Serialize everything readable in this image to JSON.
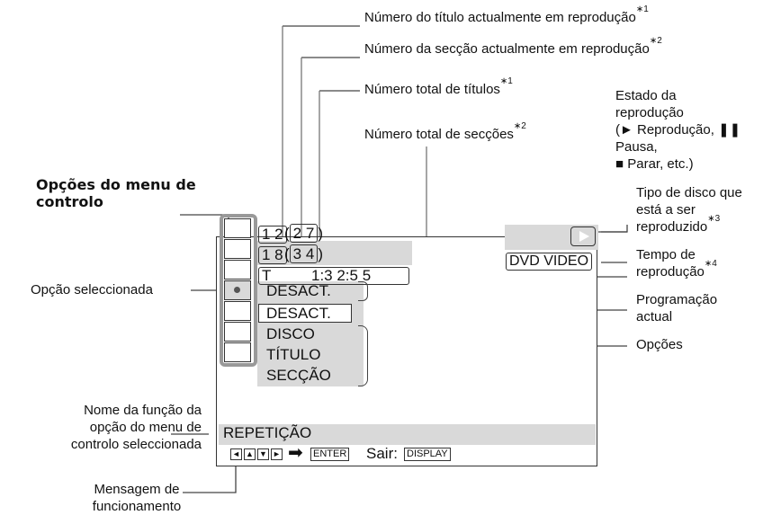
{
  "callouts": {
    "title_number": {
      "text": "Número do título actualmente em reprodução",
      "note": "∗1"
    },
    "section_number": {
      "text": "Número da secção actualmente em reprodução",
      "note": "∗2"
    },
    "total_titles": {
      "text": "Número total de títulos",
      "note": "∗1"
    },
    "total_sections": {
      "text": "Número total de secções",
      "note": "∗2"
    },
    "playback_state": {
      "lines": [
        "Estado da",
        "reprodução",
        "(► Reprodução, ❚❚",
        "Pausa,",
        "■ Parar, etc.)"
      ]
    },
    "disc_type": {
      "lines": [
        "Tipo de disco que",
        "está a ser",
        "reproduzido"
      ],
      "note": "∗3"
    },
    "play_time": {
      "lines": [
        "Tempo de",
        "reprodução"
      ],
      "note": "∗4"
    },
    "current_setting": {
      "lines": [
        "Programação",
        "actual"
      ]
    },
    "options": "Opções",
    "menu_items": {
      "lines": [
        "Opções do menu de",
        "controlo"
      ]
    },
    "selected_item": "Opção seleccionada",
    "function_name": {
      "lines": [
        "Nome da função da",
        "opção do menu de",
        "controlo seleccionada"
      ]
    },
    "operation_message": {
      "lines": [
        "Mensagem de",
        "funcionamento"
      ]
    }
  },
  "screen": {
    "title_current": "1 2",
    "title_total": "2 7",
    "section_current": "1 8",
    "section_total": "3 4",
    "time_prefix": "T",
    "time_value": "1:3 2:5 5",
    "disc_type": "DVD VIDEO",
    "current_setting": "DESACT.",
    "options": [
      "DESACT.",
      "DISCO",
      "TÍTULO",
      "SECÇÃO"
    ],
    "function_name": "REPETIÇÃO",
    "enter_key": "ENTER",
    "exit_label": "Sair:",
    "display_key": "DISPLAY",
    "arrow_keys": [
      "◄",
      "▲",
      "▼",
      "►"
    ],
    "arrow": "➡"
  }
}
